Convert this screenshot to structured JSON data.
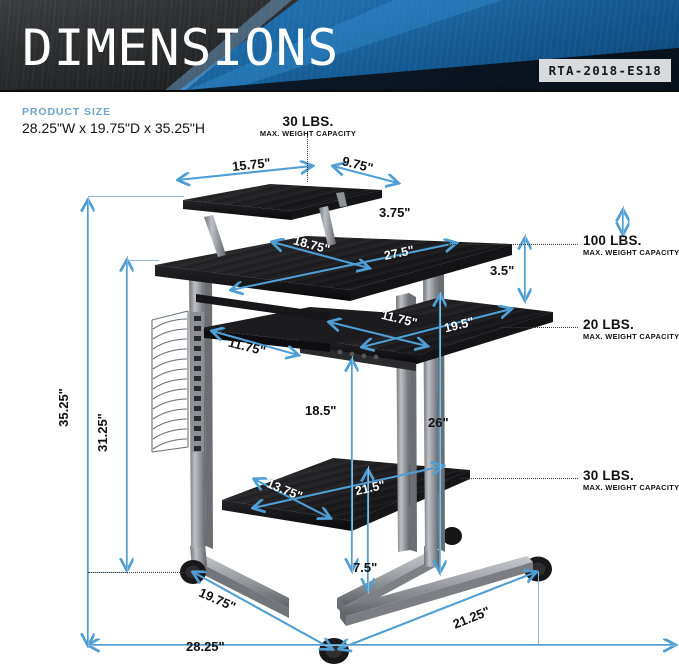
{
  "header": {
    "title": "DIMENSIONS",
    "model": "RTA-2018-ES18"
  },
  "product_size": {
    "label": "PRODUCT SIZE",
    "value": "28.25\"W x 19.75\"D x 35.25\"H"
  },
  "capacities": [
    {
      "id": "top-shelf",
      "value": "30 LBS.",
      "sub": "MAX. WEIGHT CAPACITY"
    },
    {
      "id": "main-desktop",
      "value": "100 LBS.",
      "sub": "MAX. WEIGHT CAPACITY"
    },
    {
      "id": "keyboard-tray",
      "value": "20 LBS.",
      "sub": "MAX. WEIGHT CAPACITY"
    },
    {
      "id": "bottom-shelf",
      "value": "30 LBS.",
      "sub": "MAX. WEIGHT CAPACITY"
    }
  ],
  "dimensions": {
    "top_shelf_width": "15.75\"",
    "top_shelf_depth": "9.75\"",
    "top_shelf_height": "3.75\"",
    "desktop_depth": "18.75\"",
    "desktop_width": "27.5\"",
    "desktop_clearance": "3.5\"",
    "tray_depth": "11.75\"",
    "tray_width": "19.5\"",
    "tray_left_depth": "11.75\"",
    "overall_height": "35.25\"",
    "desktop_height": "31.25\"",
    "tray_height": "18.5\"",
    "desktop_height_right": "26\"",
    "bottom_shelf_depth": "13.75\"",
    "bottom_shelf_width": "21.5\"",
    "bottom_shelf_height": "7.5\"",
    "base_depth": "19.75\"",
    "base_width": "28.25\"",
    "base_diag": "21.25\""
  },
  "colors": {
    "accent_blue": "#4f9ed4",
    "guide_blue": "#8fb9d8",
    "label_blue": "#6fa3cb",
    "wood_black": "#1b1b1d",
    "frame_silver": "#9a9da1"
  }
}
